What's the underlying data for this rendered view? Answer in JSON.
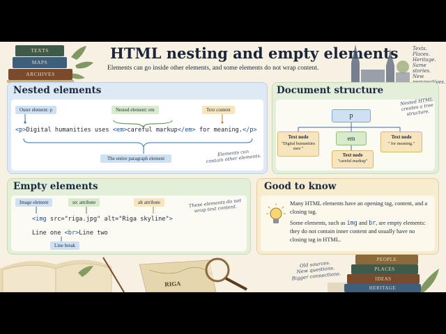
{
  "header": {
    "title": "HTML nesting and empty elements",
    "subtitle": "Elements can go inside other elements, and some elements do not wrap content."
  },
  "decor": {
    "books_left": [
      "TEXTS",
      "MAPS",
      "ARCHIVES"
    ],
    "top_right_note": [
      "Texts.",
      "Places.",
      "Heritage.",
      "Same stories.",
      "New perspectives."
    ],
    "books_right": [
      "PEOPLE",
      "PLACES",
      "IDEAS",
      "HERITAGE"
    ],
    "bottom_note": [
      "Old sources.",
      "New questions.",
      "Bigger connections."
    ],
    "map_label": "RIGA"
  },
  "nested": {
    "heading": "Nested elements",
    "tag_outer": "Outer element: p",
    "tag_nested": "Nested element: em",
    "tag_text": "Text content",
    "code": {
      "p_open": "<p>",
      "text1": "Digital humanities uses ",
      "em_open": "<em>",
      "em_text": "careful markup",
      "em_close": "</em>",
      "text2": " for meaning.",
      "p_close": "</p>"
    },
    "tag_whole": "The entire paragraph element",
    "note": [
      "Elements can",
      "contain other elements."
    ]
  },
  "structure": {
    "heading": "Document structure",
    "root": "p",
    "em": "em",
    "node_label": "Text node",
    "text_left": "\"Digital humanities uses \"",
    "text_em": "\"careful markup\"",
    "text_right": "\" for meaning.\"",
    "note": [
      "Nested HTML",
      "creates a tree",
      "structure."
    ]
  },
  "empty": {
    "heading": "Empty elements",
    "tag_image": "Image element",
    "tag_src": "src attribute",
    "tag_alt": "alt attribute",
    "code_img": {
      "open": "<img",
      "src": "src=\"riga.jpg\"",
      "alt": "alt=\"Riga skyline\"",
      "close": ">"
    },
    "code_br": {
      "before": "Line one",
      "br": "<br>",
      "after": "Line two"
    },
    "tag_break": "Line break",
    "note": [
      "These elements do not",
      "wrap text content."
    ]
  },
  "good": {
    "heading": "Good to know",
    "p1": "Many HTML elements have an opening tag, content, and a closing tag.",
    "p2_a": "Some elements, such as ",
    "p2_img": "img",
    "p2_and": " and ",
    "p2_br": "br",
    "p2_b": ", are empty elements: they do not contain inner content and usually have no closing tag in HTML."
  },
  "colors": {
    "blue_panel": "#dde9f5",
    "green_panel": "#e3efd9",
    "cream_panel": "#f8eccf",
    "tag_blue": "#cfe0f3",
    "tag_green": "#d8ebcb",
    "tag_yellow": "#f7e6bd",
    "accent_blue": "#2f6fb3"
  }
}
